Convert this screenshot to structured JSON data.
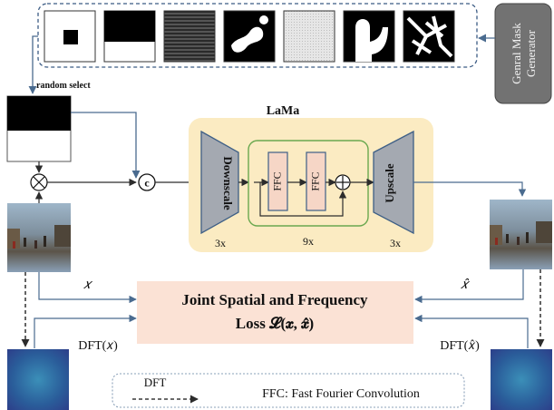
{
  "generator": {
    "line1": "Genral Mask",
    "line2": "Generator"
  },
  "random_select": "random select",
  "model": {
    "title": "LaMa",
    "downscale": "Downscale",
    "upscale": "Upscale",
    "ffc1": "FFC",
    "ffc2": "FFC",
    "concat": "c",
    "downscale_rep": "3x",
    "ffc_rep": "9x",
    "upscale_rep": "3x"
  },
  "loss": {
    "line1": "Joint Spatial and Frequency",
    "line2": "Loss 𝓛(𝒙, 𝒙̂)"
  },
  "labels": {
    "x": "𝑥",
    "x_hat": "𝑥̂",
    "dft_x": "DFT(𝑥)",
    "dft_x_hat": "DFT(𝑥̂)"
  },
  "legend": {
    "dft": "DFT",
    "ffc": "FFC: Fast Fourier Convolution"
  },
  "colors": {
    "lama_bg": "#fbebc2",
    "trapezoid": "#a4a9b1",
    "ffc_box": "#f6d6c6",
    "ffc_group": "#6aa84f",
    "loss_bg": "#fbe2d5",
    "generator": "#727272",
    "arrow": "#4a6b8f"
  }
}
